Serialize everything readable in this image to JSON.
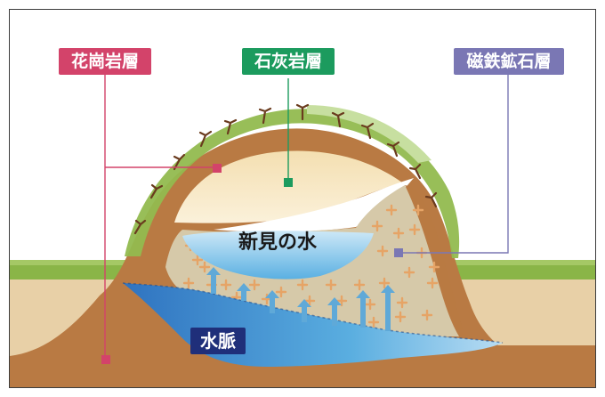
{
  "labels": {
    "granite": "花崗岩層",
    "limestone": "石灰岩層",
    "magnetite": "磁鉄鉱石層",
    "water": "新見の水",
    "vein": "水脈"
  },
  "colors": {
    "granite": "#d3436a",
    "limestone": "#1c9b5e",
    "magnetite": "#7a77b4",
    "vein_bg": "#1f2f7a",
    "brown": "#b97a43",
    "sand": "#f2ddb1",
    "ground": "#e7cfa6",
    "grass": "#8ab547",
    "water": "#4ea3d8",
    "mineral": "#d4c7a8",
    "arrow": "#5fa9d8"
  }
}
